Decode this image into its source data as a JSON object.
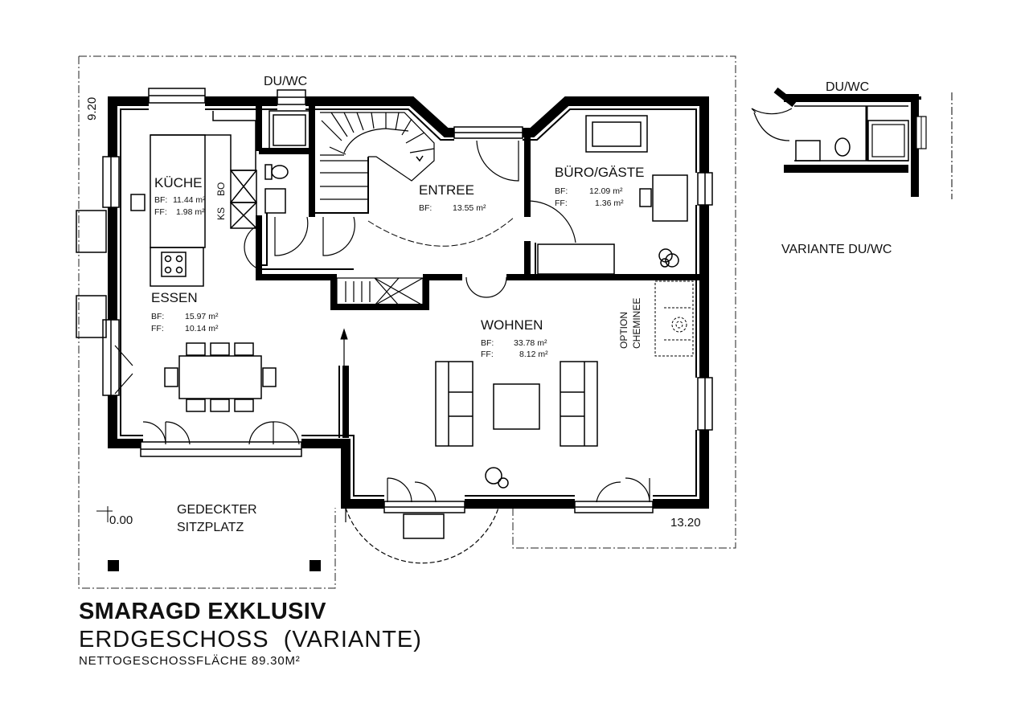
{
  "title": {
    "project": "SMARAGD EXKLUSIV",
    "floor": "ERDGESCHOSS  (VARIANTE)",
    "area": "NETTOGESCHOSSFLÄCHE 89.30M²"
  },
  "dimensions": {
    "height_label": "9.20",
    "width_label": "13.20",
    "level_label": "0.00"
  },
  "variant": {
    "label": "VARIANTE DU/WC",
    "room_label": "DU/WC"
  },
  "rooms": {
    "duwc": {
      "name": "DU/WC"
    },
    "kueche": {
      "name": "KÜCHE",
      "bf_label": "BF:",
      "bf": "11.44 m²",
      "ff_label": "FF:",
      "ff": "1.98 m²",
      "ks": "KS",
      "bo": "BO"
    },
    "entree": {
      "name": "ENTREE",
      "bf_label": "BF:",
      "bf": "13.55 m²"
    },
    "buero": {
      "name": "BÜRO/GÄSTE",
      "bf_label": "BF:",
      "bf": "12.09 m²",
      "ff_label": "FF:",
      "ff": "1.36 m²"
    },
    "essen": {
      "name": "ESSEN",
      "bf_label": "BF:",
      "bf": "15.97 m²",
      "ff_label": "FF:",
      "ff": "10.14 m²"
    },
    "wohnen": {
      "name": "WOHNEN",
      "bf_label": "BF:",
      "bf": "33.78 m²",
      "ff_label": "FF:",
      "ff": "8.12 m²"
    },
    "cheminee": {
      "line1": "OPTION",
      "line2": "CHEMINEE"
    },
    "sitzplatz": {
      "line1": "GEDECKTER",
      "line2": "SITZPLATZ"
    }
  }
}
